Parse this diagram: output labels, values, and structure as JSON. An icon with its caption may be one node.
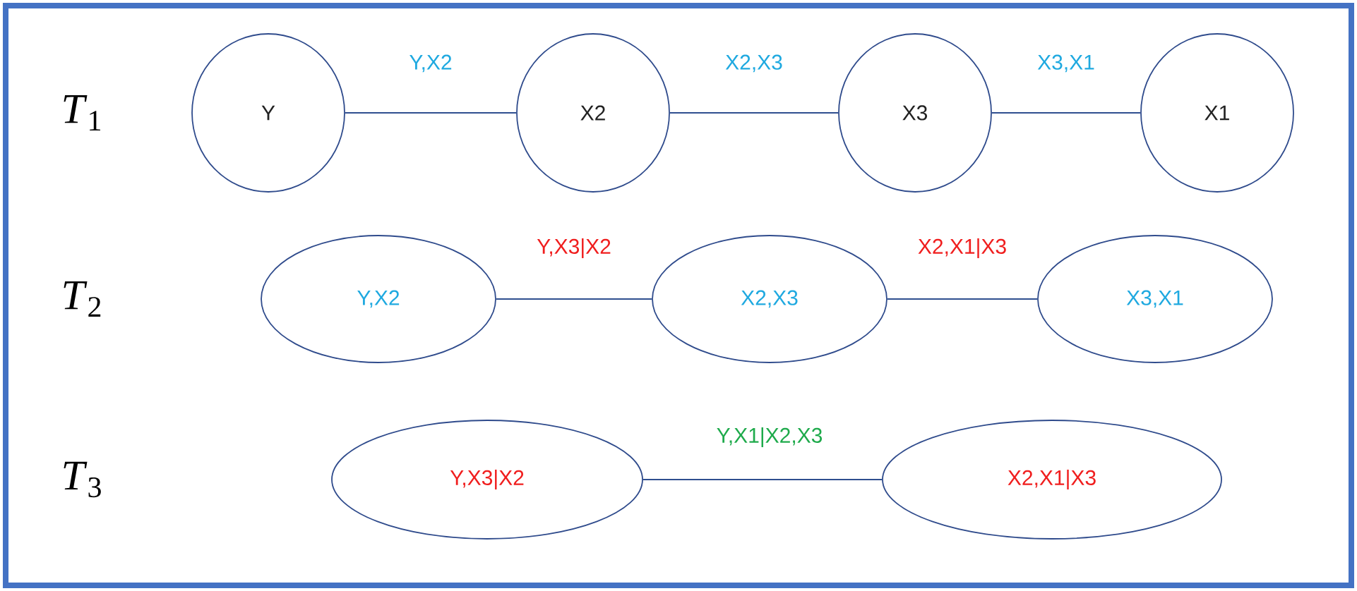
{
  "diagram": {
    "nodes": [
      {
        "text": [
          "Y"
        ]
      },
      {
        "text": [
          "X2"
        ]
      },
      {
        "text": [
          "X3"
        ]
      },
      {
        "text": [
          "X1"
        ]
      },
      {
        "text": [
          "Y,X2"
        ]
      },
      {
        "text": [
          "X2,X3"
        ]
      },
      {
        "text": [
          "X3,X1"
        ]
      },
      {
        "text": [
          "Y,X3|X2"
        ]
      },
      {
        "text": [
          "X2,X1|X3"
        ]
      }
    ],
    "edges": [
      {
        "from": 0,
        "to": 1,
        "arrow": "none",
        "label": "Y,X2"
      },
      {
        "from": 1,
        "to": 2,
        "arrow": "none",
        "label": "X2,X3"
      },
      {
        "from": 2,
        "to": 3,
        "arrow": "none",
        "label": "X3,X1"
      },
      {
        "from": 4,
        "to": 5,
        "arrow": "none",
        "label": "Y,X3|X2"
      },
      {
        "from": 5,
        "to": 6,
        "arrow": "none",
        "label": "X2,X1|X3"
      },
      {
        "from": 7,
        "to": 8,
        "arrow": "none",
        "label": "Y,X1|X2,X3"
      }
    ],
    "labels": [
      "*T*$_{1}$",
      "*T*$_{2}$",
      "*T*$_{3}$"
    ]
  }
}
